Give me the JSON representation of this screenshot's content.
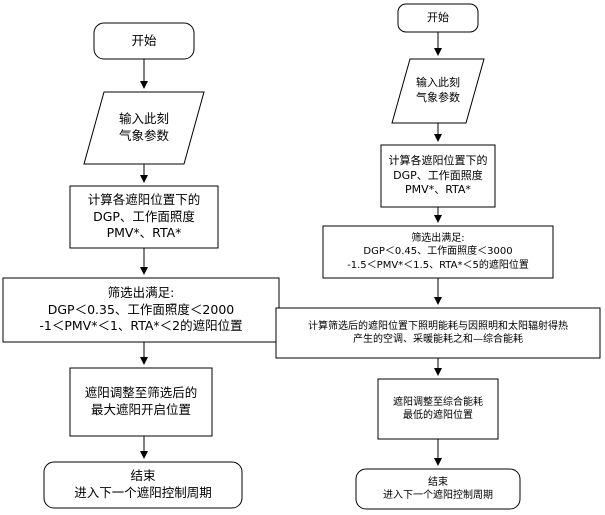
{
  "left_flow": {
    "start": "开始",
    "input": [
      "输入此刻",
      "气象参数"
    ],
    "compute": [
      "计算各遮阳位置下的",
      "DGP、工作面照度",
      "PMV*、RTA*"
    ],
    "filter": [
      "筛选出满足:",
      "DGP＜0.35、工作面照度＜2000",
      "-1＜PMV*＜1、RTA*＜2的遮阳位置"
    ],
    "adjust": [
      "遮阳调整至筛选后的",
      "最大遮阳开启位置"
    ],
    "end": [
      "结束",
      "进入下一个遮阳控制周期"
    ]
  },
  "right_flow": {
    "start": "开始",
    "input": [
      "输入此刻",
      "气象参数"
    ],
    "compute": [
      "计算各遮阳位置下的",
      "DGP、工作面照度",
      "PMV*、RTA*"
    ],
    "filter": [
      "筛选出满足:",
      "DGP＜0.45、工作面照度＜3000",
      "-1.5＜PMV*＜1.5、RTA*＜5的遮阳位置"
    ],
    "energy": [
      "计算筛选后的遮阳位置下照明能耗与因照明和太阳辐射得热",
      "产生的空调、采暖能耗之和—综合能耗"
    ],
    "adjust": [
      "遮阳调整至综合能耗",
      "最低的遮阳位置"
    ],
    "end": [
      "结束",
      "进入下一个遮阳控制周期"
    ]
  }
}
